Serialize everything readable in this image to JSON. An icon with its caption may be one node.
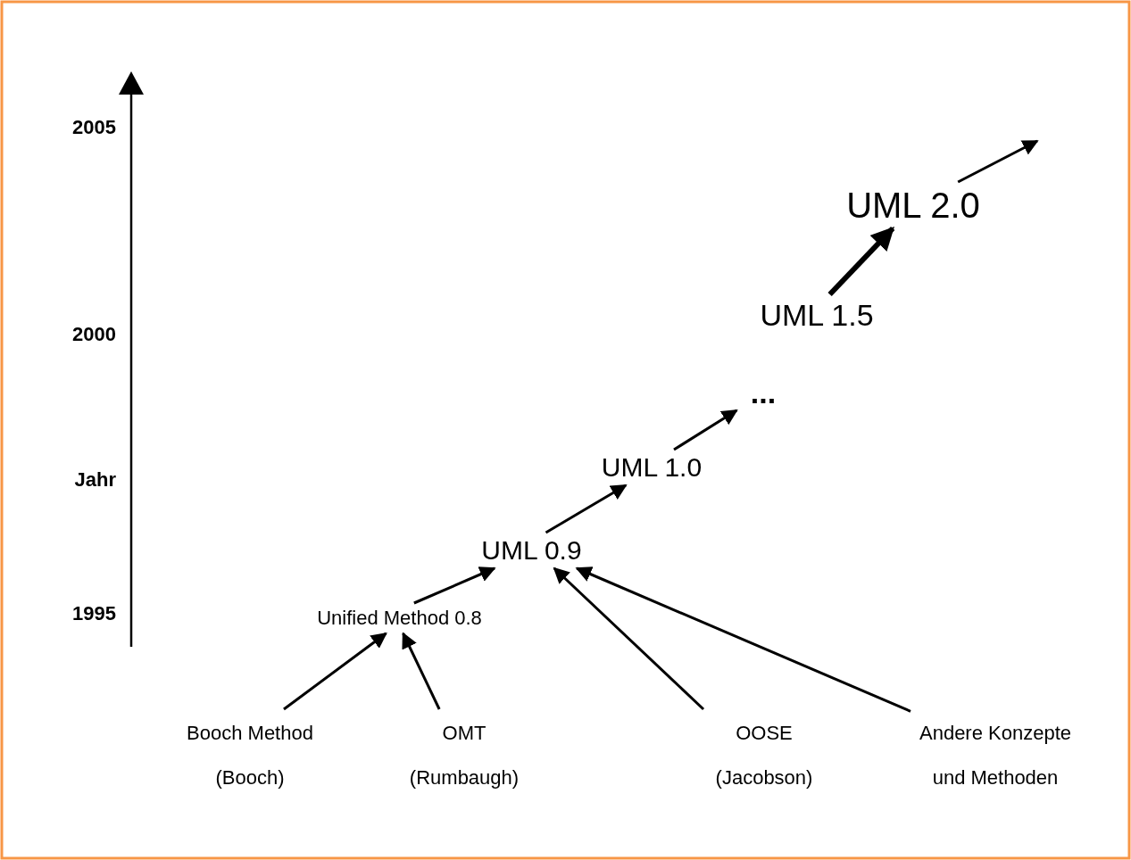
{
  "diagram": {
    "nodes": [
      {
        "text": [
          "Booch Method (Booch)"
        ]
      },
      {
        "text": [
          "OMT (Rumbaugh)"
        ]
      },
      {
        "text": [
          "OOSE (Jacobson)"
        ]
      },
      {
        "text": [
          "Andere Konzepte und Methoden"
        ]
      },
      {
        "text": [
          "Unified Method 0.8"
        ]
      },
      {
        "text": [
          "UML 0.9"
        ]
      },
      {
        "text": [
          "UML 1.0"
        ]
      },
      {
        "text": [
          "..."
        ]
      },
      {
        "text": [
          "UML 1.5"
        ]
      },
      {
        "text": [
          "UML 2.0"
        ]
      }
    ],
    "edges": [
      {
        "from": 0,
        "to": 4,
        "arrow": "to"
      },
      {
        "from": 1,
        "to": 4,
        "arrow": "to"
      },
      {
        "from": 4,
        "to": 5,
        "arrow": "to"
      },
      {
        "from": 2,
        "to": 5,
        "arrow": "to"
      },
      {
        "from": 3,
        "to": 5,
        "arrow": "to"
      },
      {
        "from": 5,
        "to": 6,
        "arrow": "to"
      },
      {
        "from": 6,
        "to": 7,
        "arrow": "to"
      },
      {
        "from": 8,
        "to": 9,
        "arrow": "to",
        "style": "thick"
      },
      {
        "from": 9,
        "to": null,
        "arrow": "to"
      }
    ],
    "labels": [
      "2005",
      "2000",
      "Jahr",
      "1995"
    ]
  }
}
